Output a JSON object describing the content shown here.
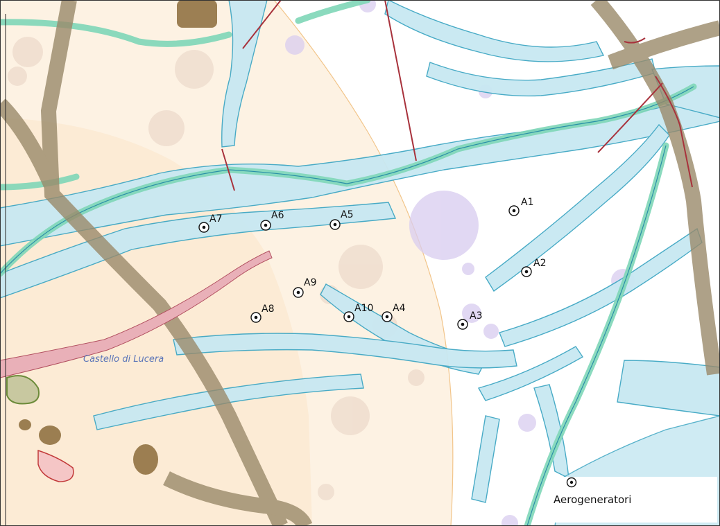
{
  "map": {
    "place_label": "Castello di Lucera",
    "turbines": [
      {
        "id": "A1"
      },
      {
        "id": "A2"
      },
      {
        "id": "A3"
      },
      {
        "id": "A4"
      },
      {
        "id": "A5"
      },
      {
        "id": "A6"
      },
      {
        "id": "A7"
      },
      {
        "id": "A8"
      },
      {
        "id": "A9"
      },
      {
        "id": "A10"
      }
    ]
  },
  "legend": {
    "items": [
      {
        "label": "Aerogeneratori",
        "icon": "turbine-icon"
      }
    ]
  },
  "colors": {
    "buffer_outer": "#fdf2e3",
    "buffer_inner": "#fbe6cc",
    "flood_zone": "#c8e8f2",
    "flood_edge": "#3fa7c4",
    "river_band": "#7fd7b8",
    "corridor": "#9a8a6a",
    "urban": "#e9b0b8",
    "circles": "#d8ccef",
    "grid_line": "#a8323c"
  }
}
